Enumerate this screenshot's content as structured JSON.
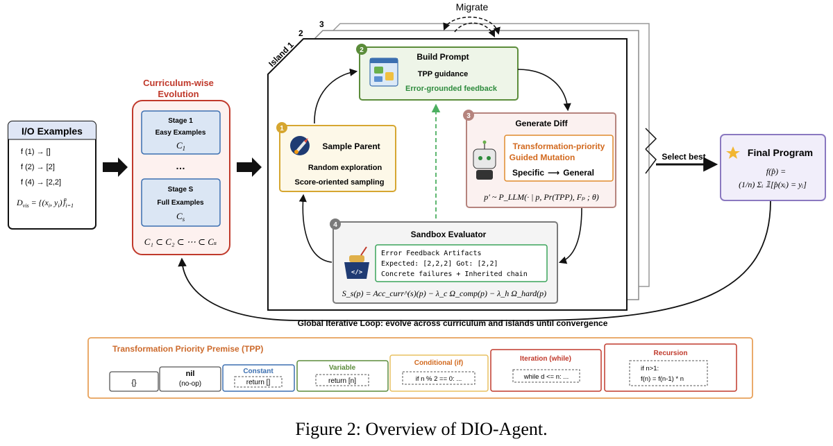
{
  "caption": "Figure 2: Overview of DIO-Agent.",
  "colors": {
    "io_header": "#dfe6f5",
    "curriculum_border": "#c0392b",
    "curriculum_fill": "#fdf1ef",
    "stage_border": "#3b6fb0",
    "stage_fill": "#dbe6f4",
    "build_border": "#5b8c3a",
    "build_fill": "#eef5e8",
    "parent_border": "#d6a630",
    "parent_fill": "#fdf8e8",
    "diff_border": "#b5837d",
    "diff_fill": "#fbf1f0",
    "mutation_border": "#e08a2c",
    "sandbox_border": "#7a7a7a",
    "sandbox_fill": "#f4f4f4",
    "artifact_border": "#3aa35a",
    "final_border": "#8a78c0",
    "final_fill": "#f1eefa",
    "green_text": "#2e8b3d",
    "orange_text": "#d2691e",
    "curriculum_text": "#c0392b",
    "tpp_border": "#e8a15a",
    "tpp_title": "#cc6a2c",
    "dashed_green": "#4caf60"
  },
  "io_examples": {
    "title": "I/O Examples",
    "lines": [
      "f (1) → []",
      "f (2) → [2]",
      "f (4) → [2,2]"
    ],
    "dataset": "D_vis = {(x_i, y_i)}_{i=1}^n"
  },
  "curriculum": {
    "title_line1": "Curriculum-wise",
    "title_line2": "Evolution",
    "stage1": {
      "title": "Stage 1",
      "subtitle": "Easy Examples",
      "symbol": "C",
      "sub": "1"
    },
    "ellipsis": "…",
    "stageS": {
      "title": "Stage S",
      "subtitle": "Full Examples",
      "symbol": "C",
      "sub": "s"
    },
    "chain": "C₁ ⊂ C₂ ⊂ ⋯ ⊂ Cₛ"
  },
  "islands": {
    "island1": "Island 1",
    "island2": "2",
    "island3": "3",
    "migrate": "Migrate"
  },
  "steps": {
    "build": {
      "num": "2",
      "title": "Build Prompt",
      "line1": "TPP guidance",
      "line2": "Error-grounded feedback"
    },
    "parent": {
      "num": "1",
      "title": "Sample Parent",
      "line1": "Random exploration",
      "line2": "Score-oriented sampling"
    },
    "diff": {
      "num": "3",
      "title": "Generate Diff",
      "mutation_line1": "Transformation-priority",
      "mutation_line2": "Guided Mutation",
      "specific": "Specific",
      "arrow": "⟶",
      "general": "General",
      "formula": "p′ ~ P_LLM(· | p, Pr(TPP), Fₚ ; θ)"
    },
    "sandbox": {
      "num": "4",
      "title": "Sandbox Evaluator",
      "artifacts": [
        "Error Feedback Artifacts",
        "Expected: [2,2,2] Got: [2,2]",
        "Concrete failures + Inherited chain"
      ],
      "score": "S_s(p) = Acc_curr^(s)(p) − λ_c Ω_comp(p) − λ_h Ω_hard(p)"
    }
  },
  "select_best": "Select best",
  "final": {
    "title": "Final Program",
    "line1": "f(p̂) =",
    "line2": "(1/n) Σᵢ 𝟙[p̂(xᵢ) = yᵢ]"
  },
  "global_loop": "Global Iterative Loop: evolve across curriculum and islands until convergence",
  "tpp": {
    "title": "Transformation Priority Premise (TPP)",
    "items": [
      {
        "label": "",
        "code": "{}"
      },
      {
        "label": "nil",
        "sublabel": "(no-op)",
        "code": ""
      },
      {
        "label": "Constant",
        "code": "return []"
      },
      {
        "label": "Variable",
        "code": "return [n]"
      },
      {
        "label": "Conditional (if)",
        "code": "if n % 2 == 0: ..."
      },
      {
        "label": "Iteration (while)",
        "code": "while d <= n: ..."
      },
      {
        "label": "Recursion",
        "code": "if n>1:",
        "code2": "f(n) = f(n-1) * n"
      }
    ]
  }
}
